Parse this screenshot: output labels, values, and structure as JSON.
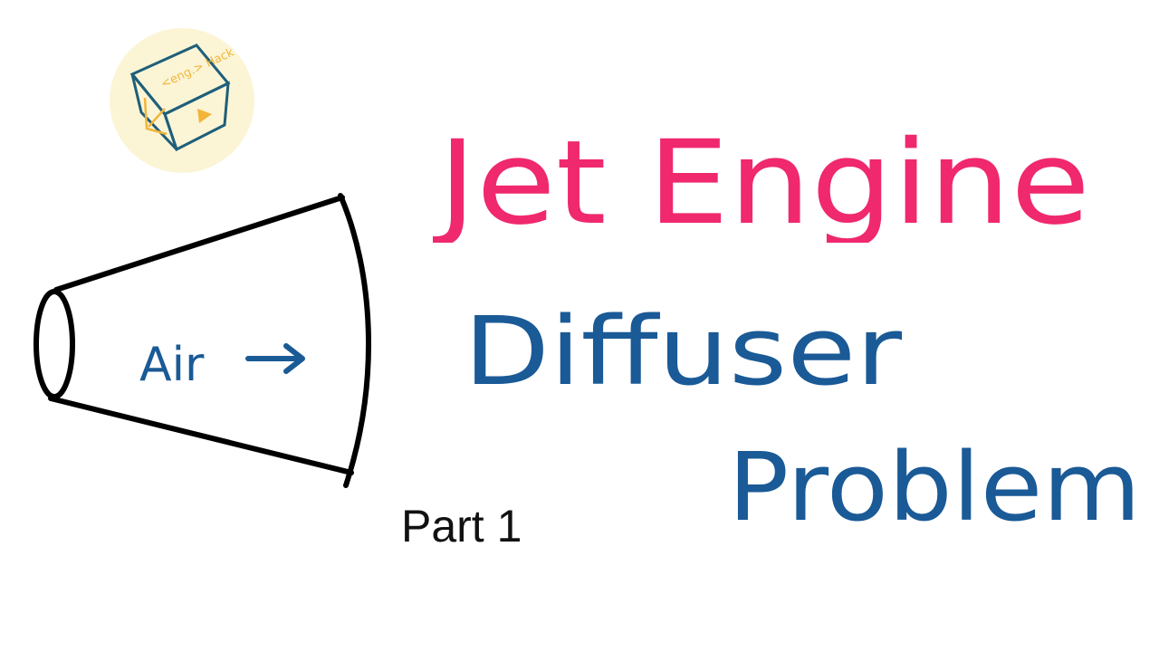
{
  "logo": {
    "text": "<eng.> Hack",
    "bg_color": "#FBF5D6",
    "stroke_color": "#1F5F7A",
    "accent_color": "#F2B53A"
  },
  "title": {
    "line1": "Jet Engine",
    "line1_color": "#F0286E",
    "line2": "Diffuser",
    "line3": "Problem",
    "line23_color": "#1A5A96"
  },
  "diagram": {
    "label": "Air",
    "arrow": "→",
    "outline_color": "#000000",
    "label_color": "#1A5A96"
  },
  "part": {
    "label": "Part 1"
  }
}
